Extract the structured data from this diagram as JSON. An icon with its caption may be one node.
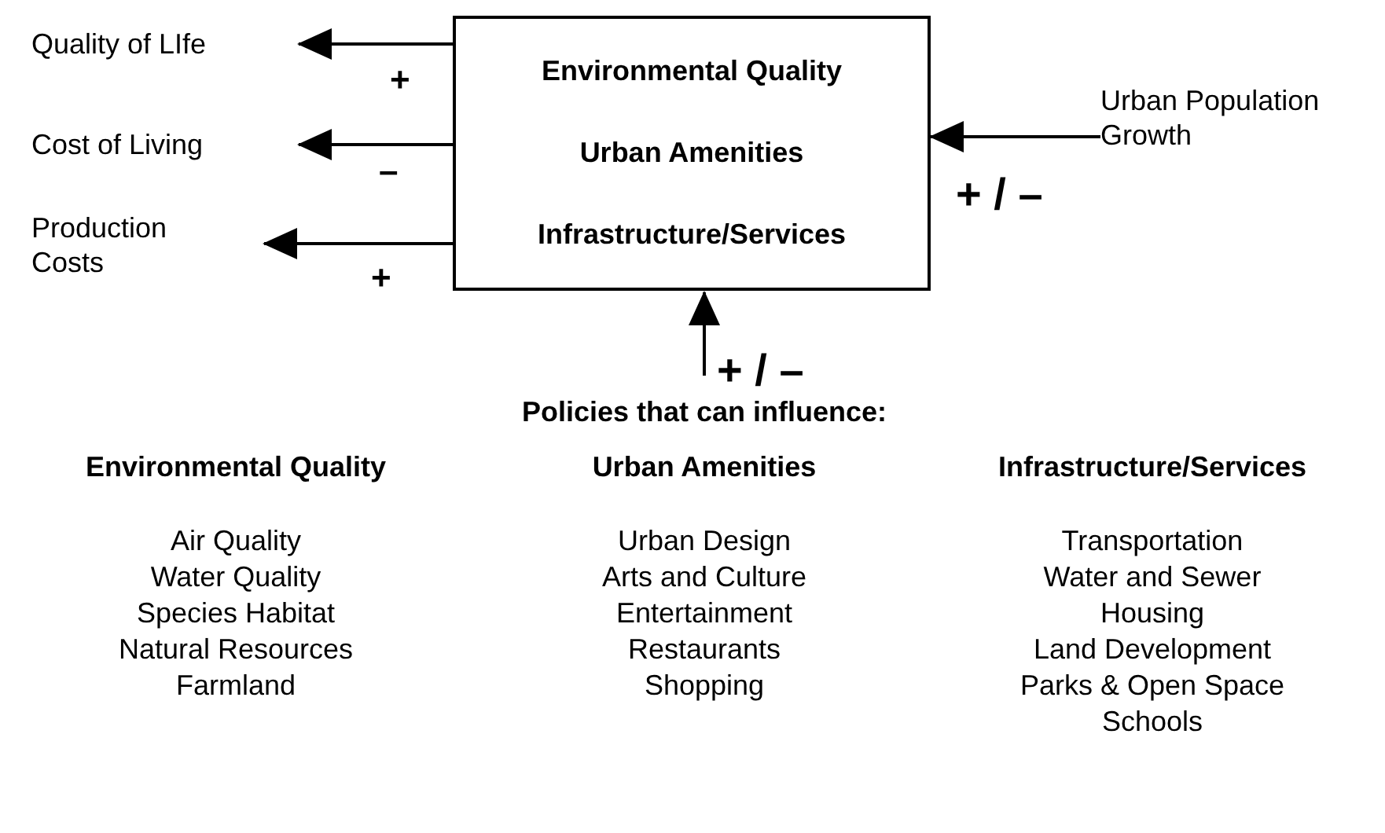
{
  "diagram": {
    "nodes": [
      {
        "text": [
          "Environmental Quality",
          "Urban Amenities",
          "Infrastructure/Services"
        ]
      },
      {
        "text": [
          "Quality of LIfe"
        ]
      },
      {
        "text": [
          "Cost of Living"
        ]
      },
      {
        "text": [
          "Production Costs"
        ]
      },
      {
        "text": [
          "Urban Population Growth"
        ]
      },
      {
        "text": [
          "Policies that can influence:"
        ]
      }
    ],
    "edges": [
      {
        "from": 0,
        "to": 1,
        "arrow": "to",
        "label": "+"
      },
      {
        "from": 0,
        "to": 2,
        "arrow": "to",
        "label": "–"
      },
      {
        "from": 0,
        "to": 3,
        "arrow": "to",
        "label": "+"
      },
      {
        "from": 4,
        "to": 0,
        "arrow": "to",
        "label": "+ / –"
      },
      {
        "from": 5,
        "to": 0,
        "arrow": "to",
        "label": "+ / –"
      }
    ],
    "labels": [
      "Environmental Quality",
      "Air Quality",
      "Water Quality",
      "Species Habitat",
      "Natural Resources",
      "Farmland",
      "Urban Amenities",
      "Urban Design",
      "Arts and Culture",
      "Entertainment",
      "Restaurants",
      "Shopping",
      "Infrastructure/Services",
      "Transportation",
      "Water and Sewer",
      "Housing",
      "Land Development",
      "Parks & Open Space",
      "Schools"
    ]
  }
}
